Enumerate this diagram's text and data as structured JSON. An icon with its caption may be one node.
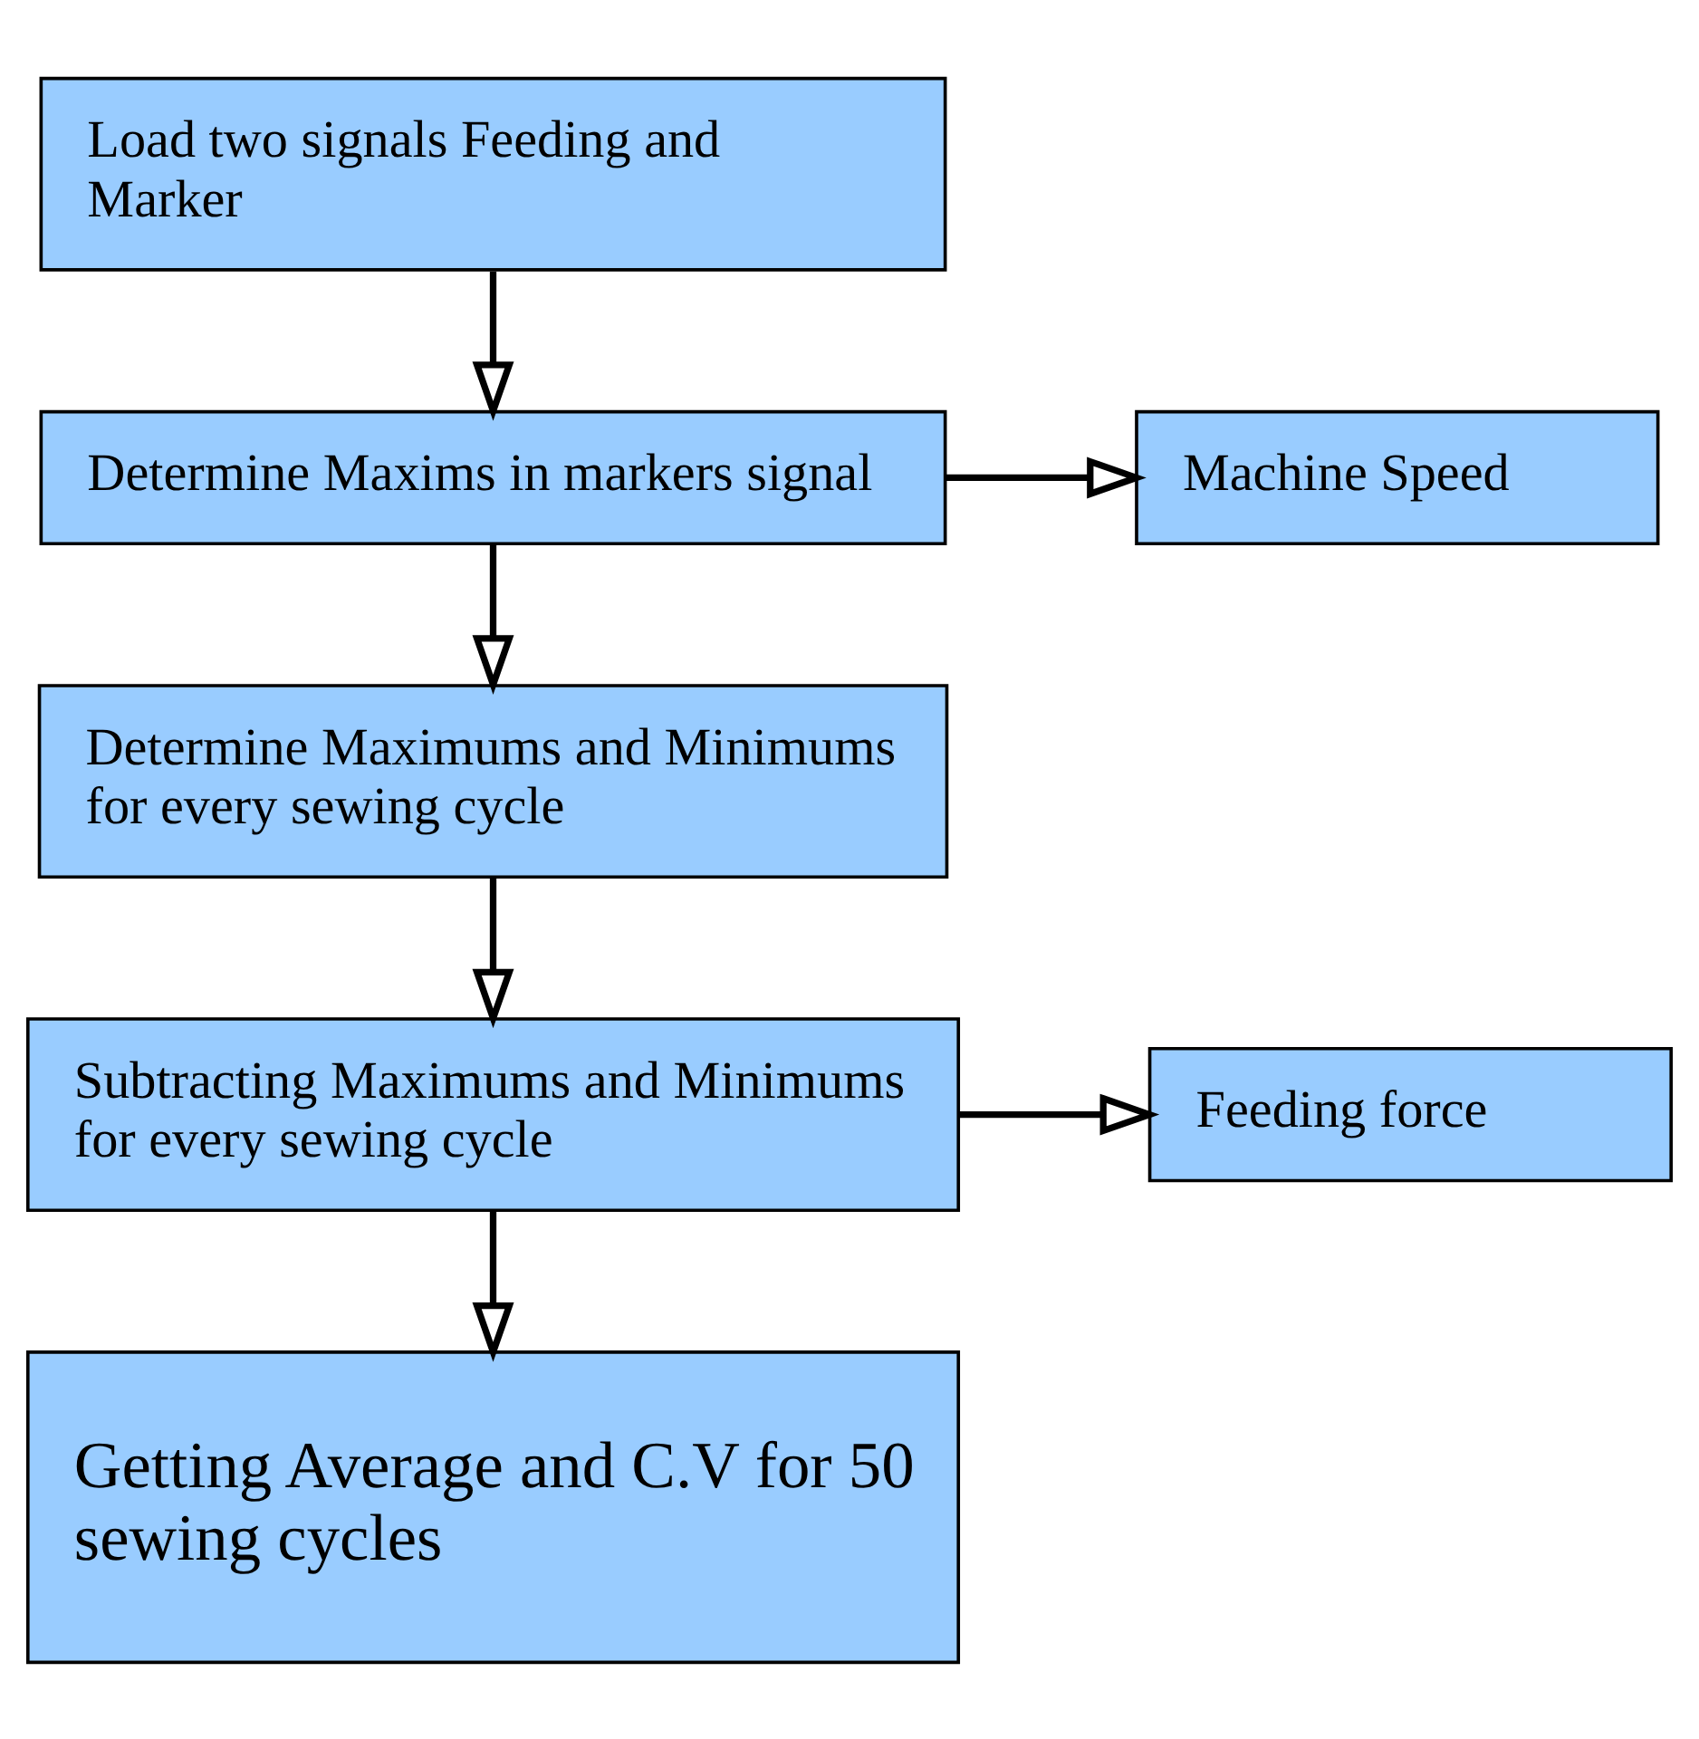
{
  "diagram": {
    "nodes": [
      {
        "text": [
          "Load two signals Feeding and Marker"
        ]
      },
      {
        "text": [
          "Determine Maxims in markers signal"
        ]
      },
      {
        "text": [
          "Machine Speed"
        ]
      },
      {
        "text": [
          "Determine Maximums and Minimums for every sewing cycle"
        ]
      },
      {
        "text": [
          "Subtracting Maximums and Minimums for every sewing cycle"
        ]
      },
      {
        "text": [
          "Feeding force"
        ]
      },
      {
        "text": [
          "Getting Average and C.V for 50 sewing cycles"
        ]
      }
    ],
    "edges": [
      {
        "from": 0,
        "to": 1,
        "arrow": "to"
      },
      {
        "from": 1,
        "to": 2,
        "arrow": "to"
      },
      {
        "from": 1,
        "to": 3,
        "arrow": "to"
      },
      {
        "from": 3,
        "to": 4,
        "arrow": "to"
      },
      {
        "from": 4,
        "to": 5,
        "arrow": "to"
      },
      {
        "from": 4,
        "to": 6,
        "arrow": "to"
      }
    ]
  }
}
